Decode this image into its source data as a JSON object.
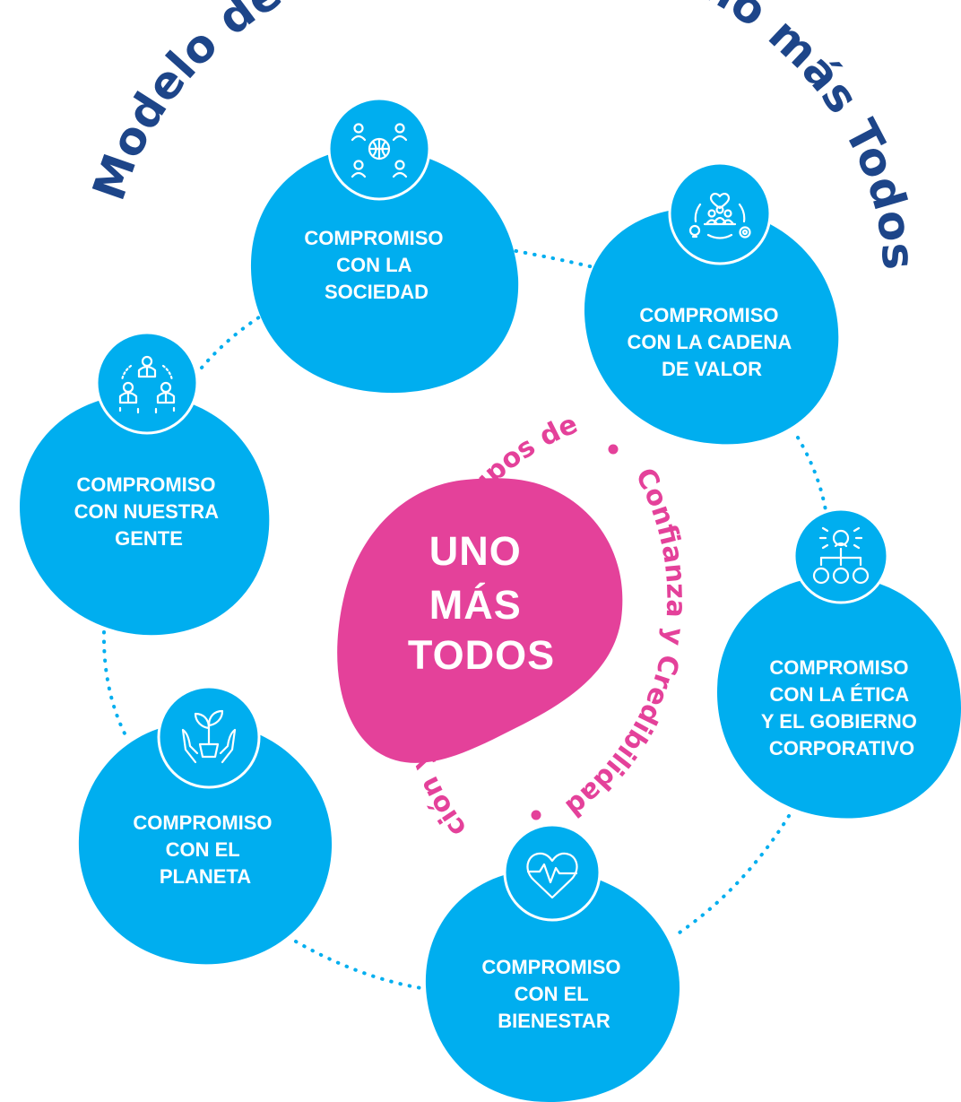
{
  "title": "Modelo de sostenibilidad Uno más Todos",
  "center": {
    "lines": [
      "UNO",
      "MÁS",
      "TODOS"
    ]
  },
  "ring_text": {
    "left": "Reputación y relaciones con grupos de interés",
    "right": "Confianza y Credibilidad"
  },
  "commitments": [
    {
      "id": "sociedad",
      "icon": "global-community-icon",
      "lines": [
        "COMPROMISO",
        "CON LA",
        "SOCIEDAD"
      ]
    },
    {
      "id": "cadena-valor",
      "icon": "value-chain-icon",
      "lines": [
        "COMPROMISO",
        "CON LA CADENA",
        "DE VALOR"
      ]
    },
    {
      "id": "etica",
      "icon": "governance-hierarchy-icon",
      "lines": [
        "COMPROMISO",
        "CON LA ÉTICA",
        "Y EL GOBIERNO",
        "CORPORATIVO"
      ]
    },
    {
      "id": "bienestar",
      "icon": "heartbeat-icon",
      "lines": [
        "COMPROMISO",
        "CON EL",
        "BIENESTAR"
      ]
    },
    {
      "id": "planeta",
      "icon": "plant-hands-icon",
      "lines": [
        "COMPROMISO",
        "CON EL",
        "PLANETA"
      ]
    },
    {
      "id": "nuestra-gente",
      "icon": "team-people-icon",
      "lines": [
        "COMPROMISO",
        "CON NUESTRA",
        "GENTE"
      ]
    }
  ],
  "colors": {
    "blue": "#00aeef",
    "navy": "#1d4589",
    "pink": "#e4419a",
    "white": "#ffffff"
  }
}
